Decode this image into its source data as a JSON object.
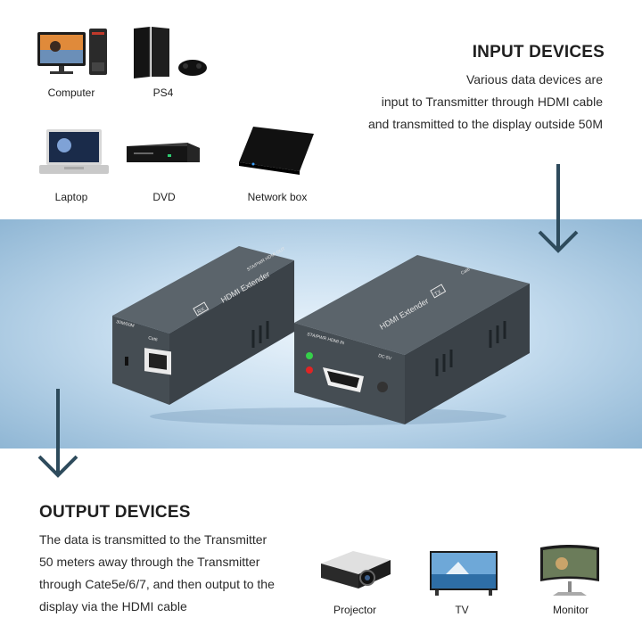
{
  "input": {
    "title": "INPUT DEVICES",
    "lines": [
      "Various data devices are",
      "input to Transmitter through HDMI cable",
      "and transmitted to the display outside 50M"
    ]
  },
  "input_devices": {
    "computer": "Computer",
    "ps4": "PS4",
    "laptop": "Laptop",
    "dvd": "DVD",
    "network_box": "Network box"
  },
  "product": {
    "left_unit": {
      "brand": "HDMI Extender",
      "badge": "RX",
      "top_label": "STA/PWR  HDMI OUT",
      "side_label": "30M/50M",
      "port_label": "Cat6"
    },
    "right_unit": {
      "brand": "HDMI Extender",
      "badge": "TX",
      "top_label": "Cat6",
      "front_left": "STA/PWR  HDMI IN",
      "front_right": "DC-5V"
    }
  },
  "output": {
    "title": "OUTPUT DEVICES",
    "lines": [
      "The data is transmitted to the Transmitter",
      "50 meters away through the Transmitter",
      "through Cate5e/6/7, and then output to the",
      "display via the HDMI cable"
    ]
  },
  "output_devices": {
    "projector": "Projector",
    "tv": "TV",
    "monitor": "Monitor"
  },
  "colors": {
    "arrow": "#2e4b5c",
    "band_center": "#e9f3fb",
    "band_edge": "#8fb6d4",
    "device_body": "#4a5258"
  }
}
